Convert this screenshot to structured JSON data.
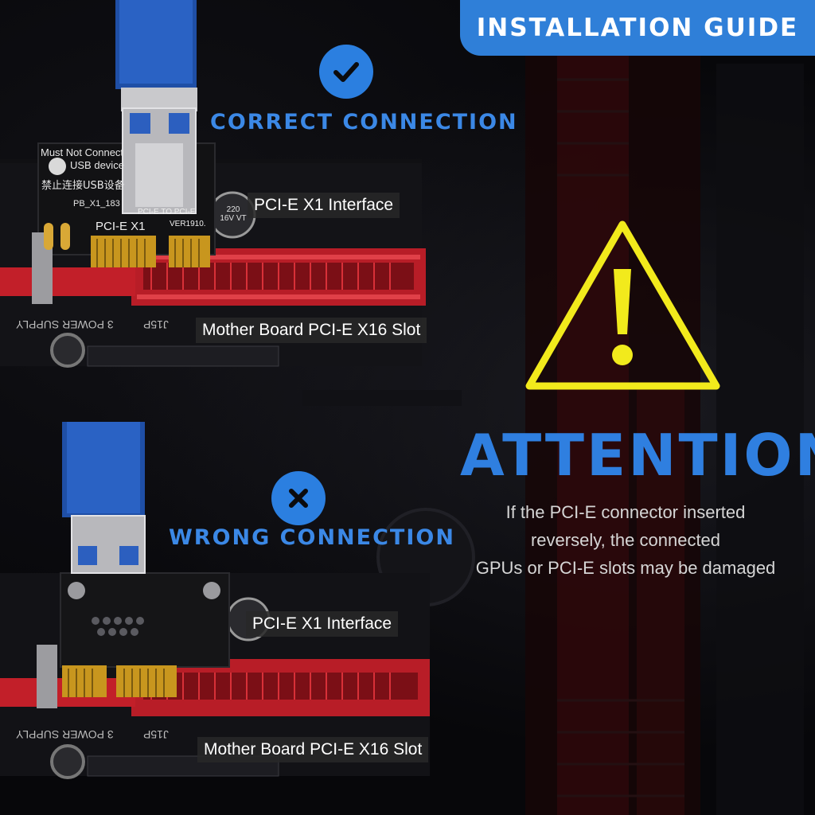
{
  "banner": {
    "title": "INSTALLATION GUIDE"
  },
  "correct": {
    "heading": "CORRECT CONNECTION",
    "icon": "check-icon",
    "label_interface": "PCI-E X1 Interface",
    "label_slot": "Mother Board PCI-E X16 Slot",
    "card_sticker_1": "Must Not Connect",
    "card_sticker_2": "USB device",
    "card_sticker_3": "禁止连接USB设备",
    "card_model": "PB_X1_183",
    "card_text_1": "PCI-E X1",
    "card_text_2": "PCI-E TO PCI-E",
    "card_text_3": "VER1910.",
    "cap_text": "220 16V VT",
    "board_text_1": "3 POWER SUPPLY",
    "board_text_2": "J15P"
  },
  "wrong": {
    "heading": "WRONG CONNECTION",
    "icon": "cross-icon",
    "label_interface": "PCI-E X1 Interface",
    "label_slot": "Mother Board PCI-E X16 Slot",
    "board_text_1": "3 POWER SUPPLY",
    "board_text_2": "J15P"
  },
  "attention": {
    "title": "ATTENTION",
    "icon": "warning-triangle-icon",
    "line1": "If the PCI-E connector inserted",
    "line2": "reversely, the connected",
    "line3": "GPUs or PCI-E slots may be damaged"
  },
  "colors": {
    "accent_blue": "#2f7fd8",
    "warning_yellow": "#f2ea1c",
    "slot_red": "#c8202a"
  }
}
